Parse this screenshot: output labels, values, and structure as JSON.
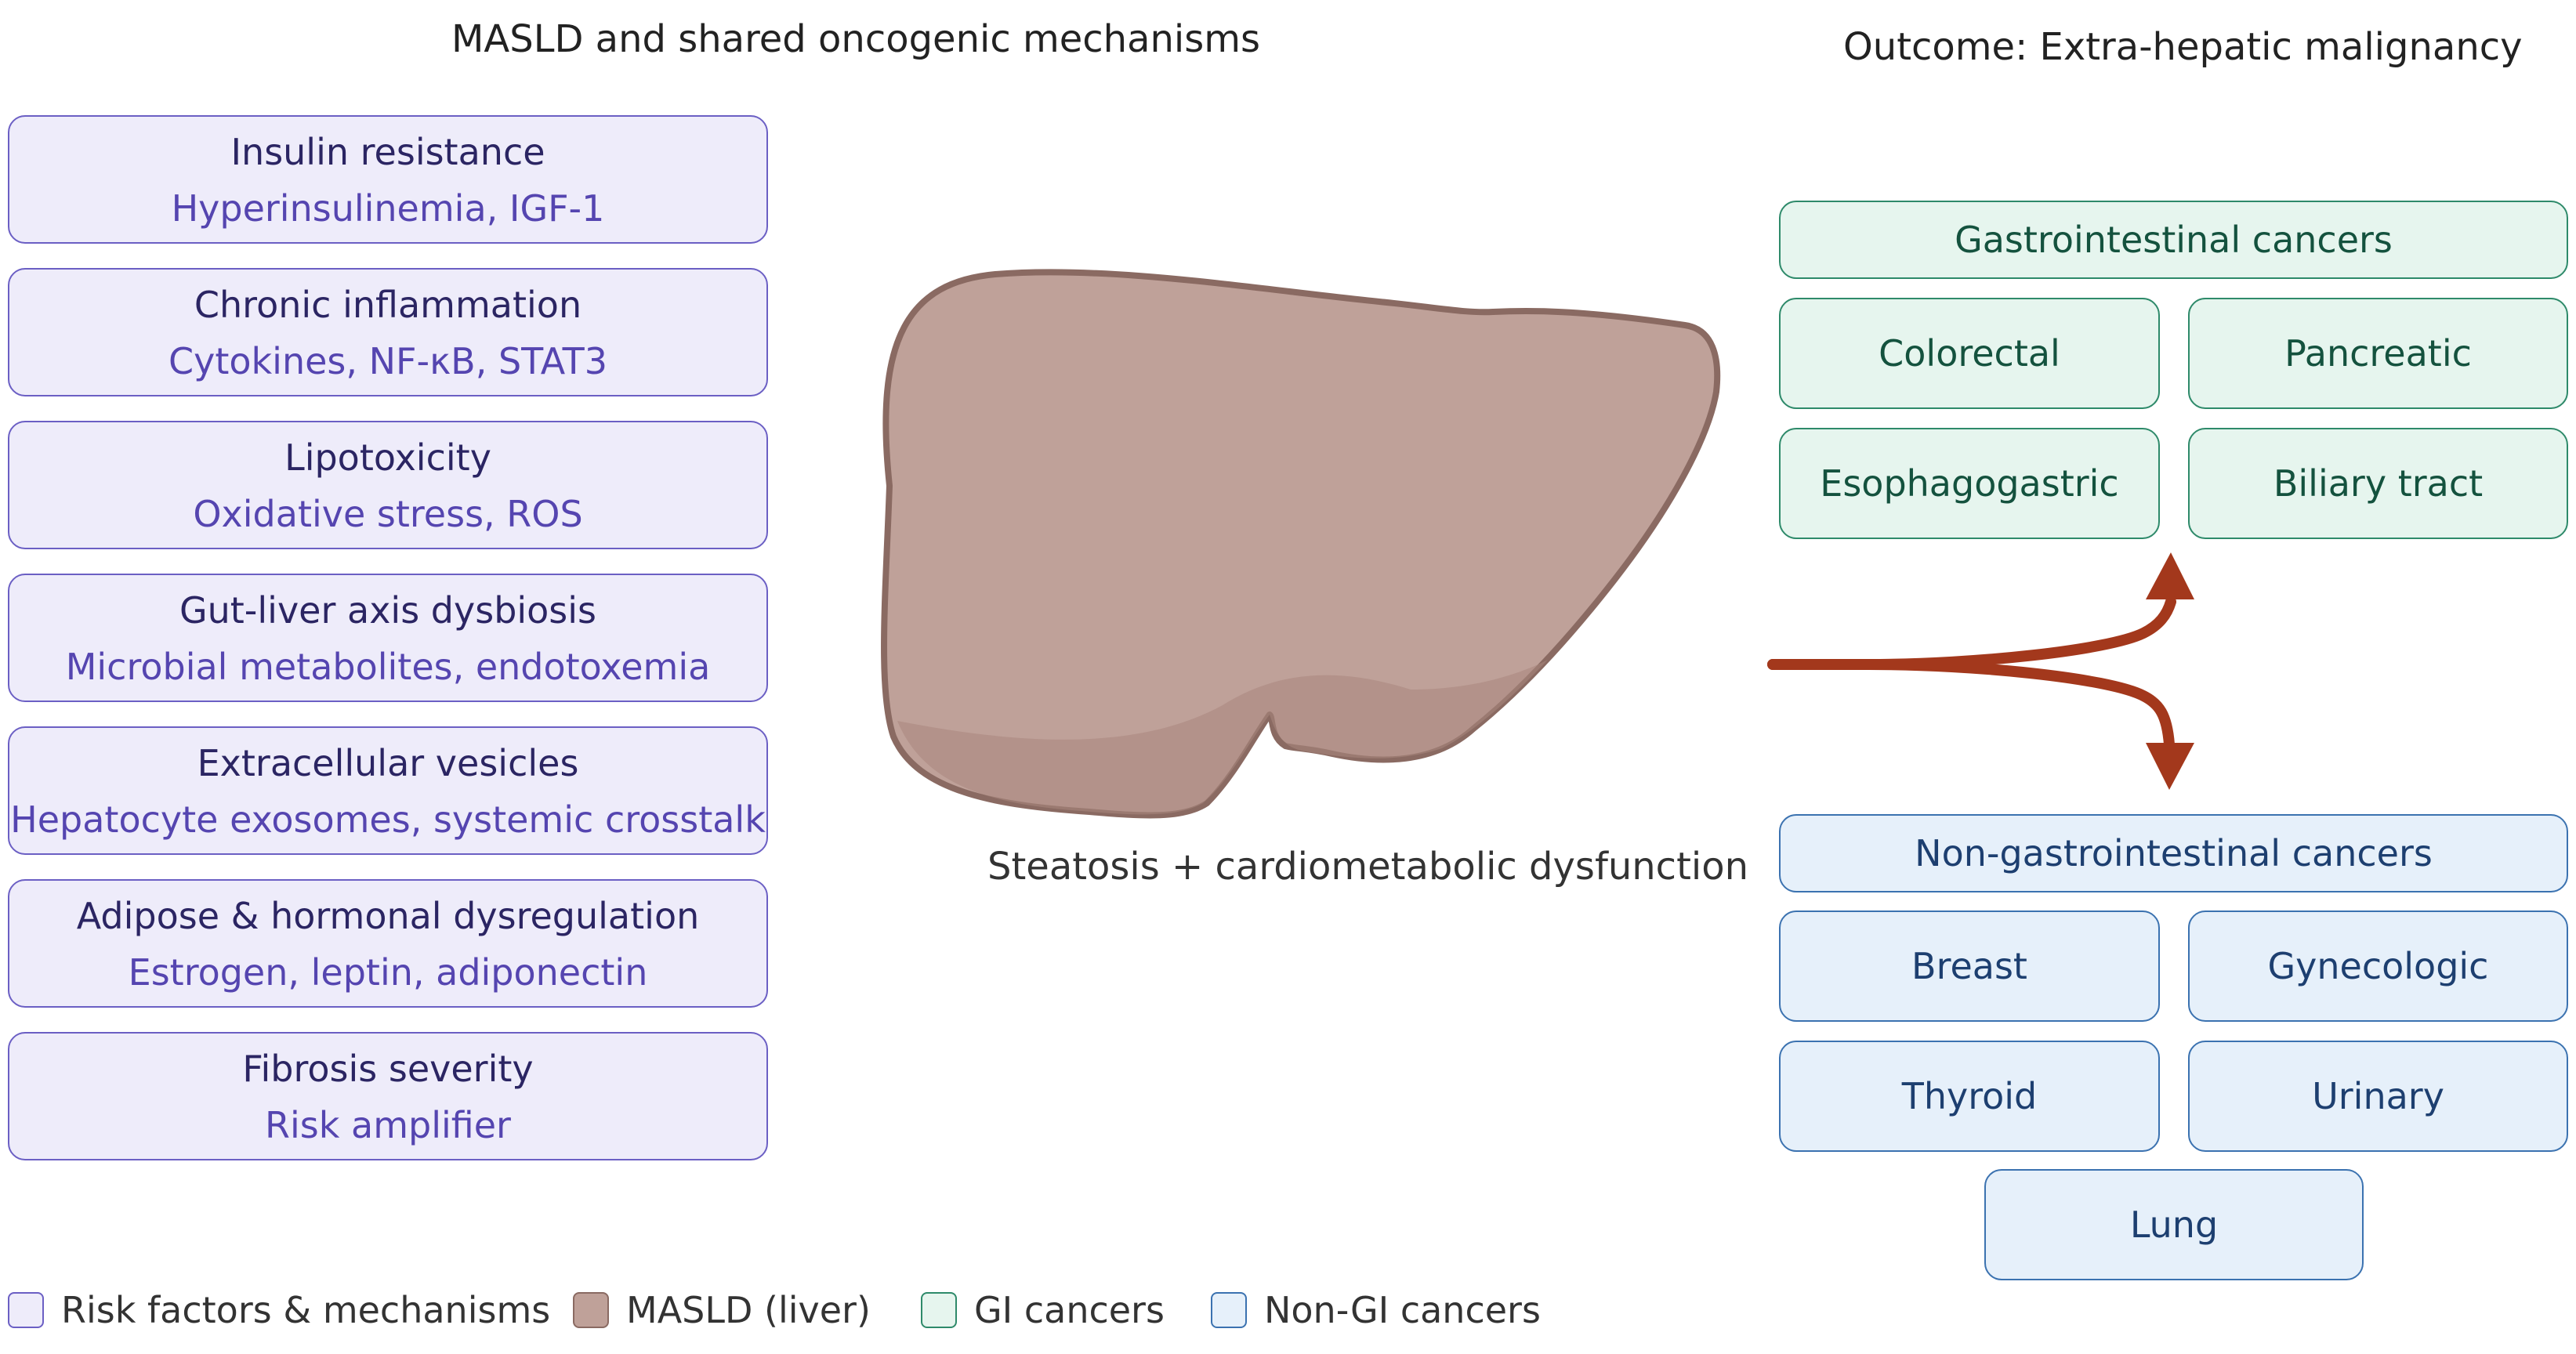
{
  "headings": {
    "left": "MASLD and shared oncogenic mechanisms",
    "right": "Outcome: Extra-hepatic malignancy"
  },
  "mechanisms": [
    {
      "title": "Insulin resistance",
      "detail": "Hyperinsulinemia, IGF-1"
    },
    {
      "title": "Chronic inflammation",
      "detail": "Cytokines, NF-κB, STAT3"
    },
    {
      "title": "Lipotoxicity",
      "detail": "Oxidative stress, ROS"
    },
    {
      "title": "Gut-liver axis dysbiosis",
      "detail": "Microbial metabolites, endotoxemia"
    },
    {
      "title": "Extracellular vesicles",
      "detail": "Hepatocyte exosomes, systemic crosstalk"
    },
    {
      "title": "Adipose & hormonal dysregulation",
      "detail": "Estrogen, leptin, adiponectin"
    },
    {
      "title": "Fibrosis severity",
      "detail": "Risk amplifier"
    }
  ],
  "liver": {
    "caption": "Steatosis + cardiometabolic dysfunction",
    "fill": "#bfa199",
    "stroke": "#8a6a62"
  },
  "gi_cancers": {
    "header": "Gastrointestinal cancers",
    "items": [
      "Colorectal",
      "Pancreatic",
      "Esophagogastric",
      "Biliary tract"
    ]
  },
  "non_gi_cancers": {
    "header": "Non-gastrointestinal cancers",
    "items": [
      "Breast",
      "Gynecologic",
      "Thyroid",
      "Urinary",
      "Lung"
    ]
  },
  "legend": [
    {
      "label": "Risk factors & mechanisms",
      "color": "#eeecfa",
      "border": "#6b5fc4"
    },
    {
      "label": "MASLD (liver)",
      "color": "#bfa199",
      "border": "#8a6a62"
    },
    {
      "label": "GI cancers",
      "color": "#e6f5ee",
      "border": "#2e8a6a"
    },
    {
      "label": "Non-GI cancers",
      "color": "#e6f0fa",
      "border": "#3b72b0"
    }
  ],
  "colors": {
    "arrow": "#a3381c",
    "mechanism_text": "#2b2563",
    "mechanism_detail": "#5545b0"
  }
}
